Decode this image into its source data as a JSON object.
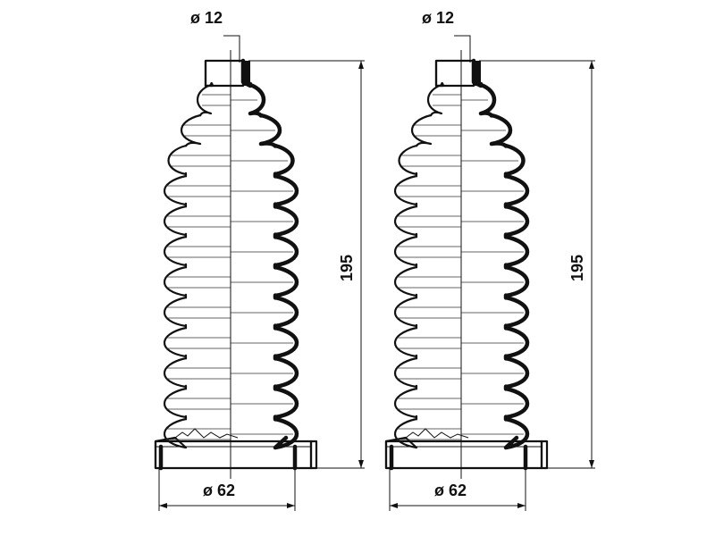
{
  "drawings": [
    {
      "top_diameter_label": "ø 12",
      "height_label": "195",
      "bottom_diameter_label": "ø 62"
    },
    {
      "top_diameter_label": "ø 12",
      "height_label": "195",
      "bottom_diameter_label": "ø 62"
    }
  ],
  "colors": {
    "line": "#111111",
    "background": "#ffffff"
  }
}
